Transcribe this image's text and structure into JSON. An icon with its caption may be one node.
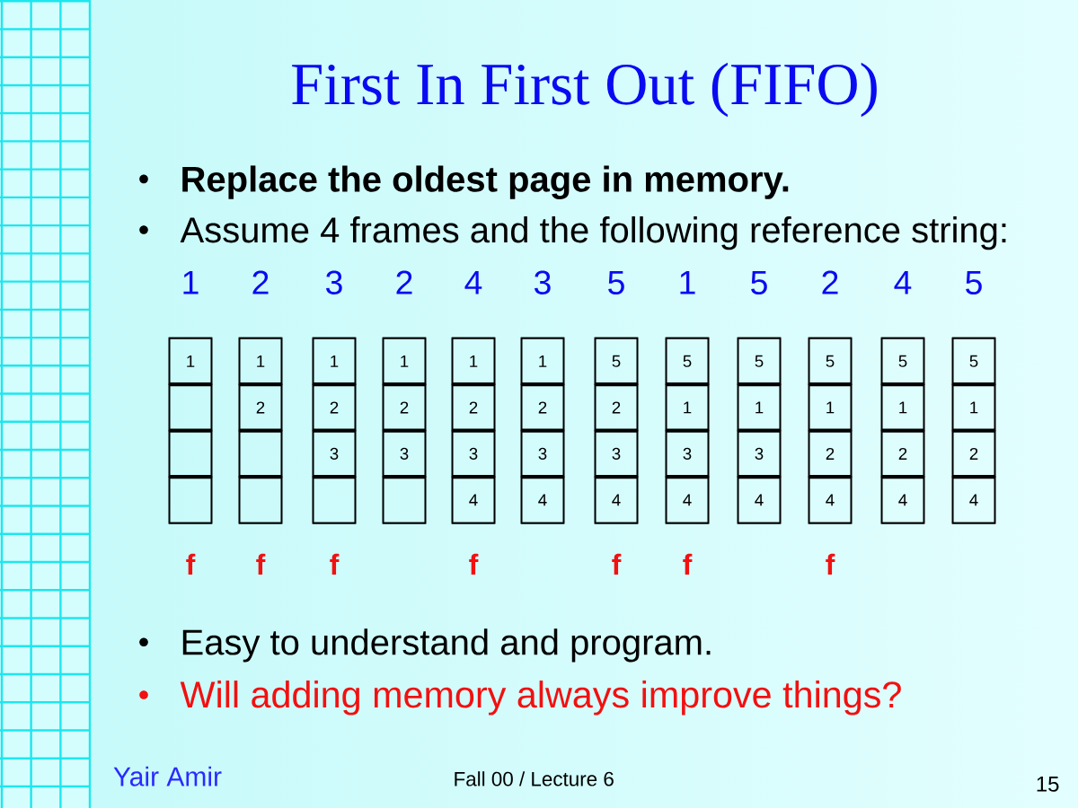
{
  "diagram": {
    "title": "First In First Out (FIFO)",
    "nodes": [
      {
        "text": [],
        "shape": "box",
        "beside": [
          "1",
          "f"
        ]
      },
      {
        "text": [
          "1"
        ],
        "in": 0
      },
      {
        "text": [],
        "shape": "box",
        "in": 0
      },
      {
        "text": [],
        "shape": "box",
        "in": 0
      },
      {
        "text": [],
        "shape": "box",
        "in": 0
      },
      {
        "text": [],
        "shape": "box",
        "beside": [
          "2",
          "f"
        ]
      },
      {
        "text": [
          "1"
        ],
        "in": 5
      },
      {
        "text": [
          "2"
        ],
        "in": 5
      },
      {
        "text": [],
        "shape": "box",
        "in": 5
      },
      {
        "text": [],
        "shape": "box",
        "in": 5
      },
      {
        "text": [],
        "shape": "box",
        "beside": [
          "3",
          "f"
        ]
      },
      {
        "text": [
          "1"
        ],
        "in": 10
      },
      {
        "text": [
          "2"
        ],
        "in": 10
      },
      {
        "text": [
          "3"
        ],
        "in": 10
      },
      {
        "text": [],
        "shape": "box",
        "in": 10
      },
      {
        "text": [],
        "shape": "box",
        "beside": [
          "2"
        ]
      },
      {
        "text": [
          "1"
        ],
        "in": 15
      },
      {
        "text": [
          "2"
        ],
        "in": 15
      },
      {
        "text": [
          "3"
        ],
        "in": 15
      },
      {
        "text": [],
        "shape": "box",
        "in": 15
      },
      {
        "text": [],
        "shape": "box",
        "beside": [
          "4",
          "f"
        ]
      },
      {
        "text": [
          "1"
        ],
        "in": 20
      },
      {
        "text": [
          "2"
        ],
        "in": 20
      },
      {
        "text": [
          "3"
        ],
        "in": 20
      },
      {
        "text": [
          "4"
        ],
        "in": 20
      },
      {
        "text": [],
        "shape": "box",
        "beside": [
          "3"
        ]
      },
      {
        "text": [
          "1"
        ],
        "in": 25
      },
      {
        "text": [
          "2"
        ],
        "in": 25
      },
      {
        "text": [
          "3"
        ],
        "in": 25
      },
      {
        "text": [
          "4"
        ],
        "in": 25
      },
      {
        "text": [],
        "shape": "box",
        "beside": [
          "5",
          "f"
        ]
      },
      {
        "text": [
          "5"
        ],
        "in": 30
      },
      {
        "text": [
          "2"
        ],
        "in": 30
      },
      {
        "text": [
          "3"
        ],
        "in": 30
      },
      {
        "text": [
          "4"
        ],
        "in": 30
      },
      {
        "text": [],
        "shape": "box",
        "beside": [
          "1",
          "f"
        ]
      },
      {
        "text": [
          "5"
        ],
        "in": 35
      },
      {
        "text": [
          "1"
        ],
        "in": 35
      },
      {
        "text": [
          "3"
        ],
        "in": 35
      },
      {
        "text": [
          "4"
        ],
        "in": 35
      },
      {
        "text": [],
        "shape": "box",
        "beside": [
          "5"
        ]
      },
      {
        "text": [
          "5"
        ],
        "in": 40
      },
      {
        "text": [
          "1"
        ],
        "in": 40
      },
      {
        "text": [
          "3"
        ],
        "in": 40
      },
      {
        "text": [
          "4"
        ],
        "in": 40
      },
      {
        "text": [],
        "shape": "box",
        "beside": [
          "2",
          "f"
        ]
      },
      {
        "text": [
          "5"
        ],
        "in": 45
      },
      {
        "text": [
          "1"
        ],
        "in": 45
      },
      {
        "text": [
          "2"
        ],
        "in": 45
      },
      {
        "text": [
          "4"
        ],
        "in": 45
      },
      {
        "text": [],
        "shape": "box",
        "beside": [
          "4"
        ]
      },
      {
        "text": [
          "5"
        ],
        "in": 50
      },
      {
        "text": [
          "1"
        ],
        "in": 50
      },
      {
        "text": [
          "2"
        ],
        "in": 50
      },
      {
        "text": [
          "4"
        ],
        "in": 50
      },
      {
        "text": [],
        "shape": "box",
        "beside": [
          "5"
        ]
      },
      {
        "text": [
          "5"
        ],
        "in": 55
      },
      {
        "text": [
          "1"
        ],
        "in": 55
      },
      {
        "text": [
          "2"
        ],
        "in": 55
      },
      {
        "text": [
          "4"
        ],
        "in": 55
      }
    ],
    "labels": [
      "Replace the oldest page in memory.",
      "Assume 4 frames and the following reference string:",
      "Easy to understand and program.",
      "Will adding memory always improve things?",
      "Yair Amir",
      "Fall 00 / Lecture 6",
      "15"
    ]
  }
}
